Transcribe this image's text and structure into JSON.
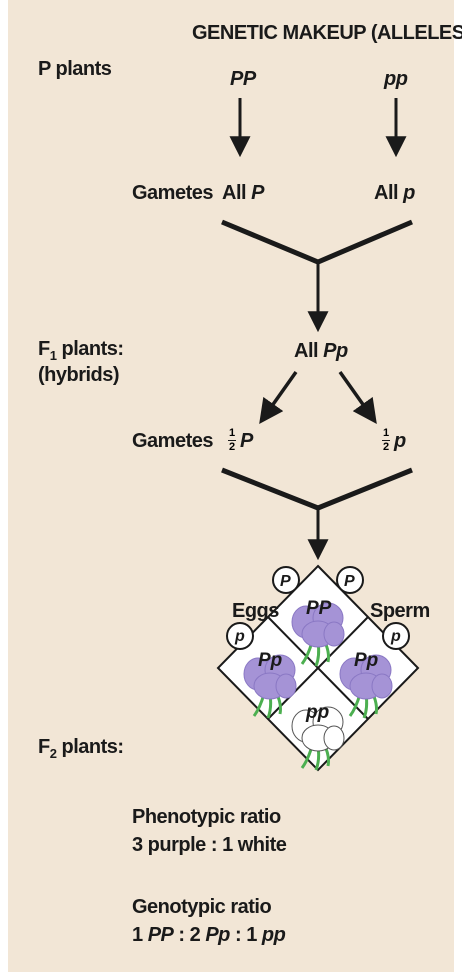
{
  "header": {
    "title": "GENETIC MAKEUP (ALLELES)"
  },
  "p_generation": {
    "label": "P plants",
    "left_genotype": "PP",
    "right_genotype": "pp",
    "gametes_label": "Gametes",
    "gametes_all": "All",
    "left_gamete": "P",
    "right_gamete": "p"
  },
  "f1_generation": {
    "label_main": "F",
    "label_sub": "1",
    "label_rest": " plants:",
    "label_hybrids": "(hybrids)",
    "genotype_all": "All",
    "genotype": "Pp",
    "gametes_label": "Gametes",
    "fraction_num": "1",
    "fraction_den": "2",
    "left_gamete": "P",
    "right_gamete": "p"
  },
  "f2_generation": {
    "label_main": "F",
    "label_sub": "2",
    "label_rest": " plants:",
    "eggs_label": "Eggs",
    "sperm_label": "Sperm",
    "egg_alleles": [
      "P",
      "p"
    ],
    "sperm_alleles": [
      "P",
      "p"
    ],
    "cells": [
      "PP",
      "Pp",
      "Pp",
      "pp"
    ]
  },
  "ratios": {
    "phenotypic_title": "Phenotypic ratio",
    "phenotypic_value": "3 purple : 1 white",
    "genotypic_title": "Genotypic ratio",
    "genotypic_1_num": "1",
    "genotypic_1_geno": "PP",
    "genotypic_2_num": "2",
    "genotypic_2_geno": "Pp",
    "genotypic_3_num": "1",
    "genotypic_3_geno": "pp"
  },
  "colors": {
    "background": "#f2e6d6",
    "purple_flower": "#a593d6",
    "white_flower": "#ffffff",
    "stem": "#4caf50",
    "ink": "#1a1a1a"
  }
}
